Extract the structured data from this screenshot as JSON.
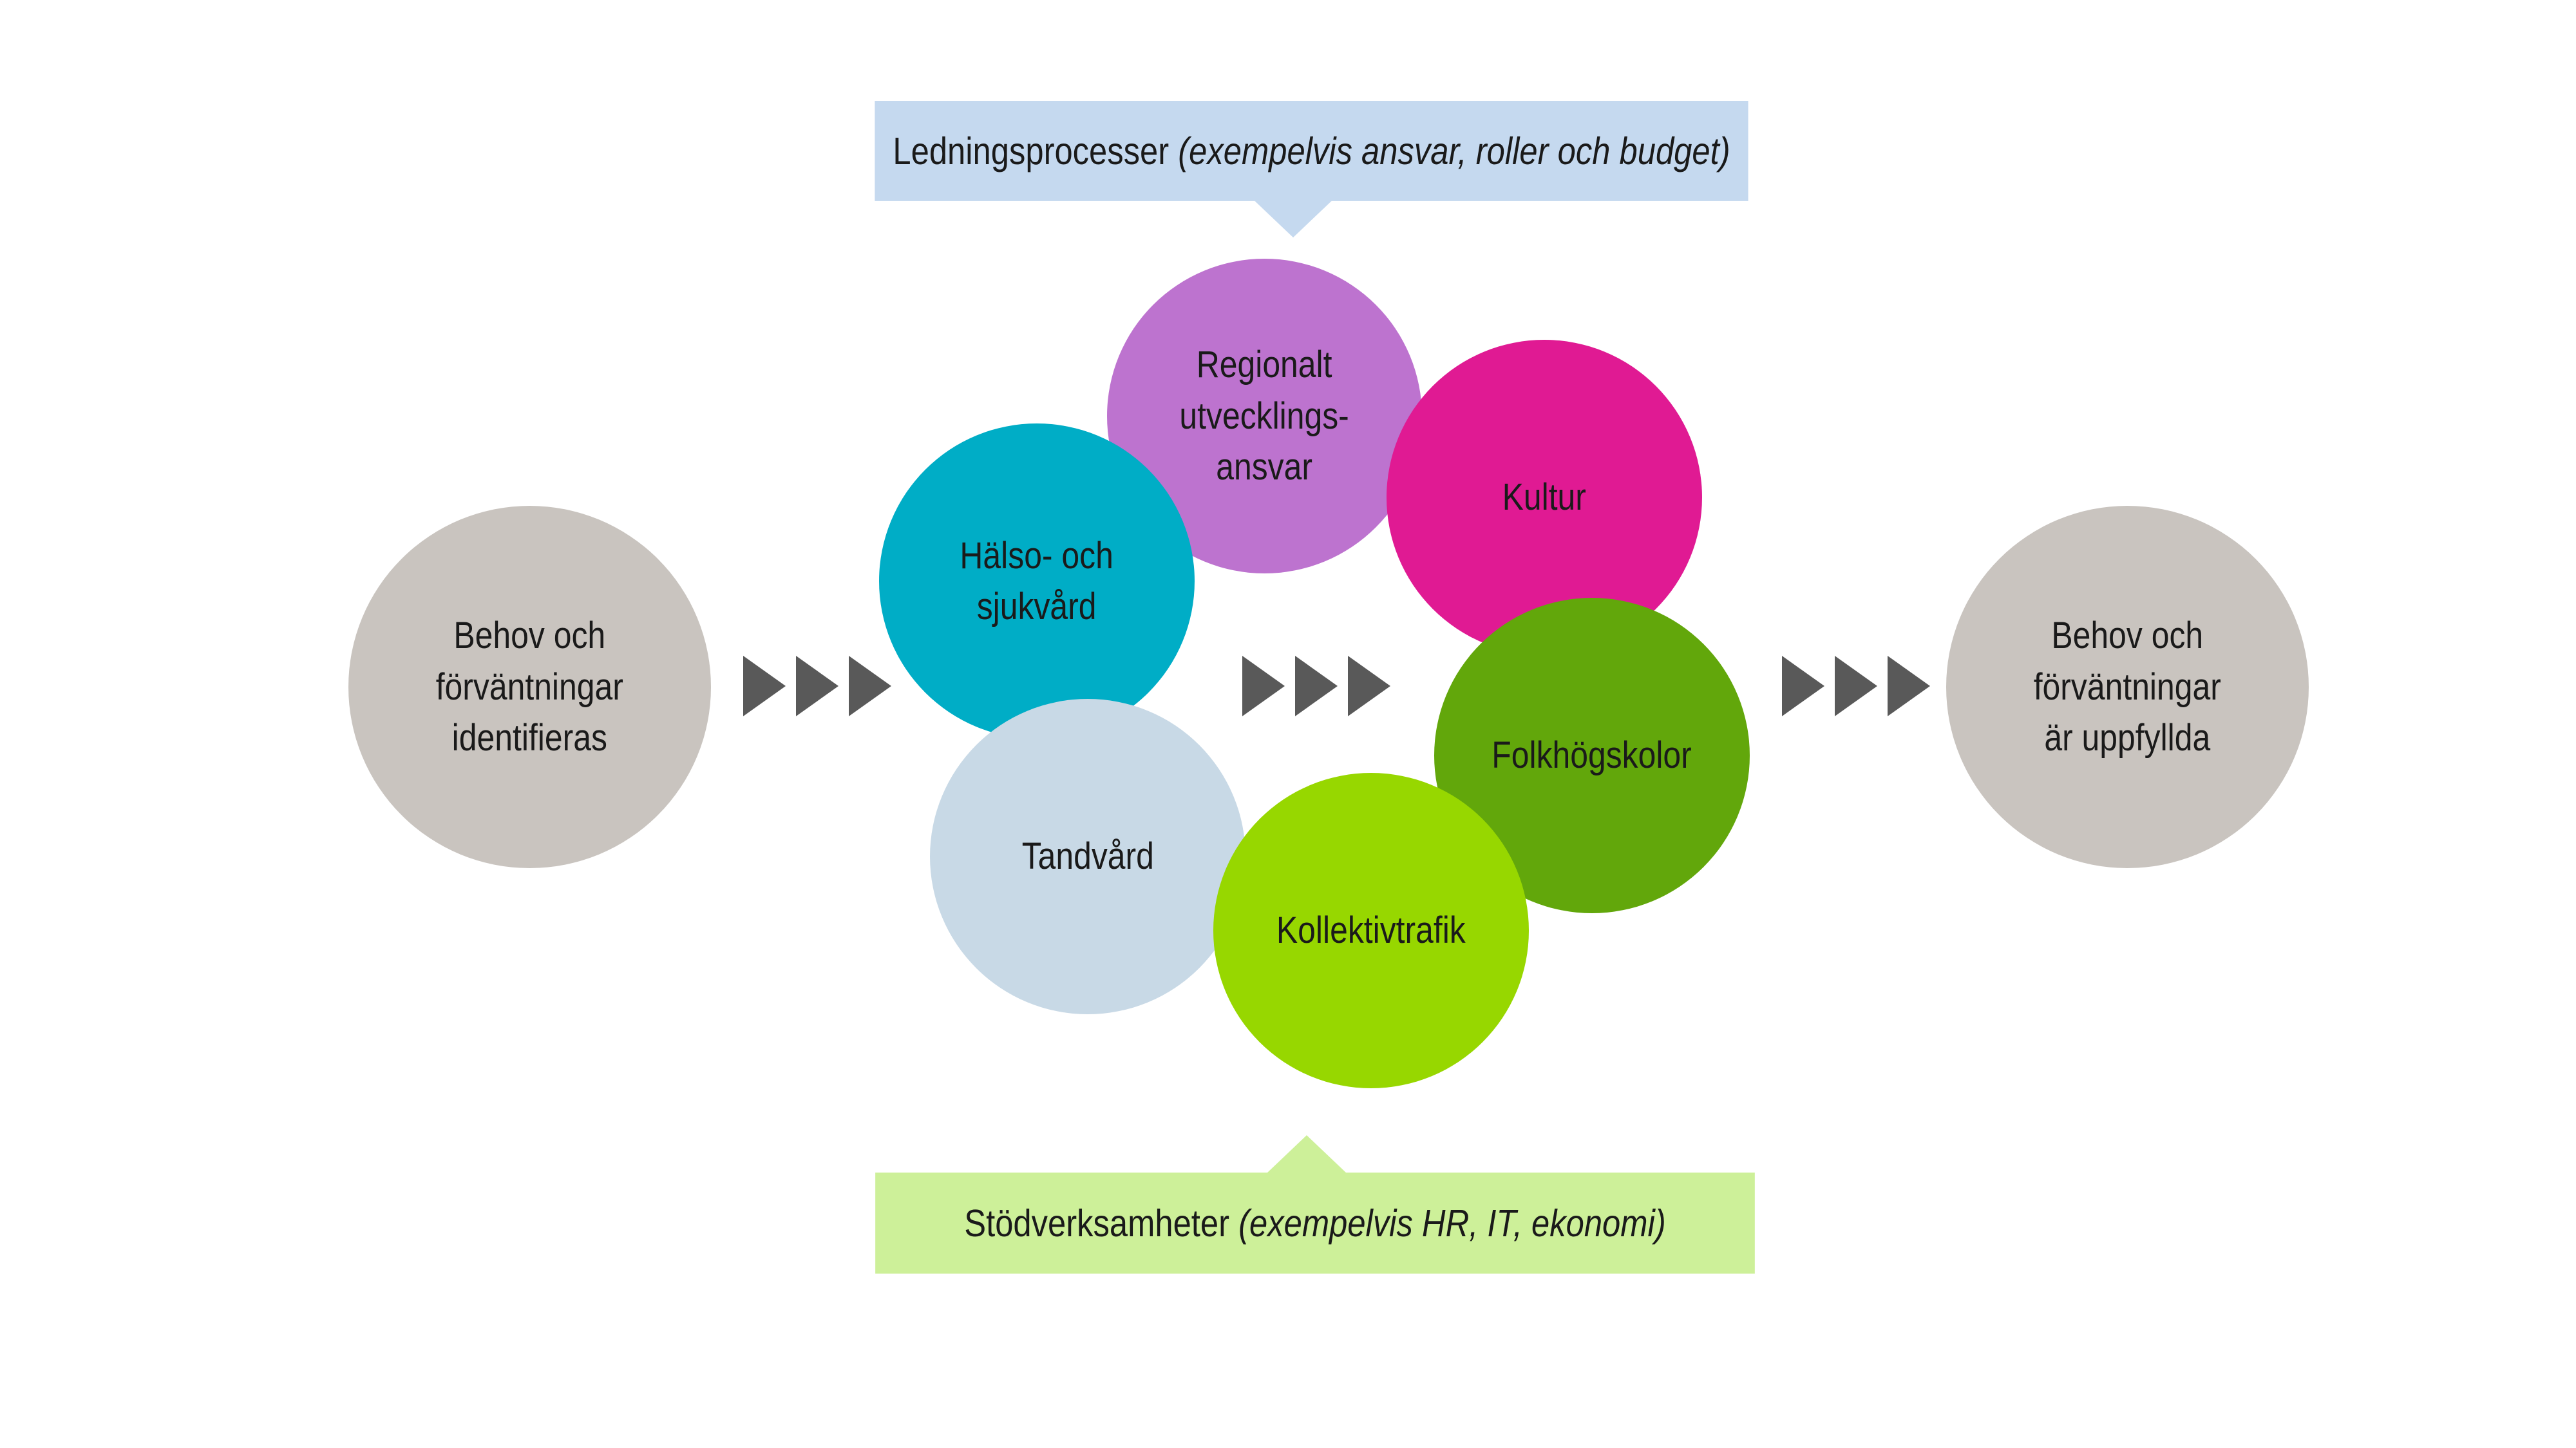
{
  "management_box": {
    "label": "Ledningsprocesser",
    "note": "(exempelvis ansvar, roller och budget)",
    "color": "#c5d9ef"
  },
  "support_box": {
    "label": "Stödverksamheter",
    "note": "(exempelvis HR, IT, ekonomi)",
    "color": "#cdf099"
  },
  "input_circle": {
    "label": "Behov och\nförväntningar\nidentifieras",
    "color": "#c9c4bf"
  },
  "output_circle": {
    "label": "Behov och\nförväntningar\när uppfyllda",
    "color": "#c9c4bf"
  },
  "activities": [
    {
      "label": "Regionalt\nutvecklings-\nansvar",
      "color": "#bd73cf"
    },
    {
      "label": "Hälso- och\nsjukvård",
      "color": "#00adc6"
    },
    {
      "label": "Kultur",
      "color": "#e01a93"
    },
    {
      "label": "Folkhögskolor",
      "color": "#62a70b"
    },
    {
      "label": "Tandvård",
      "color": "#c8d9e6"
    },
    {
      "label": "Kollektivtrafik",
      "color": "#97d700"
    }
  ],
  "arrow_color": "#595959"
}
